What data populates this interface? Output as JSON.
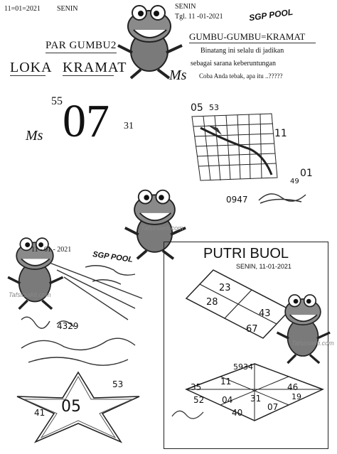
{
  "header": {
    "date_left": "11=01=2021",
    "day_left": "SENIN",
    "par_label": "PAR GUMBU2",
    "loka": "LOKA",
    "kramat": "KRAMAT",
    "ms_top": "Ms",
    "senin_right": "SENIN",
    "tgl_right": "Tgl. 11 -01-2021",
    "sgp_pool_top": "SGP POOL",
    "gumbu_title": "GUMBU-GUMBU=KRAMAT",
    "desc_line1": "Binatang ini selalu di jadikan",
    "desc_line2": "sebagai sarana keberuntungan",
    "desc_line3": "Coba Anda tebak, apa itu ..?????"
  },
  "big_number": {
    "ms": "Ms",
    "left_small": "55",
    "main": "07",
    "right_small": "31"
  },
  "grid_drawing": {
    "n_05": "05",
    "n_53": "53",
    "n_11": "11",
    "n_01": "01",
    "n_49": "49",
    "n_0947": "0947"
  },
  "left_bottom": {
    "date": "11 - 01 - 2021",
    "sgp_pool": "SGP POOL",
    "scribble_4329": "4329",
    "star_center": "05",
    "star_53": "53",
    "star_41": "41"
  },
  "putri_buol": {
    "title": "PUTRI BUOL",
    "date": "SENIN, 11-01-2021",
    "diamond_top": [
      "23",
      "28",
      "43",
      "67"
    ],
    "diamond_bottom": {
      "top": "5934",
      "left": "35",
      "c11": "11",
      "c52": "52",
      "c04": "04",
      "c31": "31",
      "c07": "07",
      "c40": "40",
      "c46": "46",
      "c19": "19"
    }
  },
  "watermark": "Tafsirsakti.com",
  "icons": [
    "frog-icon-top",
    "frog-icon-middle",
    "frog-icon-left",
    "frog-icon-right"
  ]
}
